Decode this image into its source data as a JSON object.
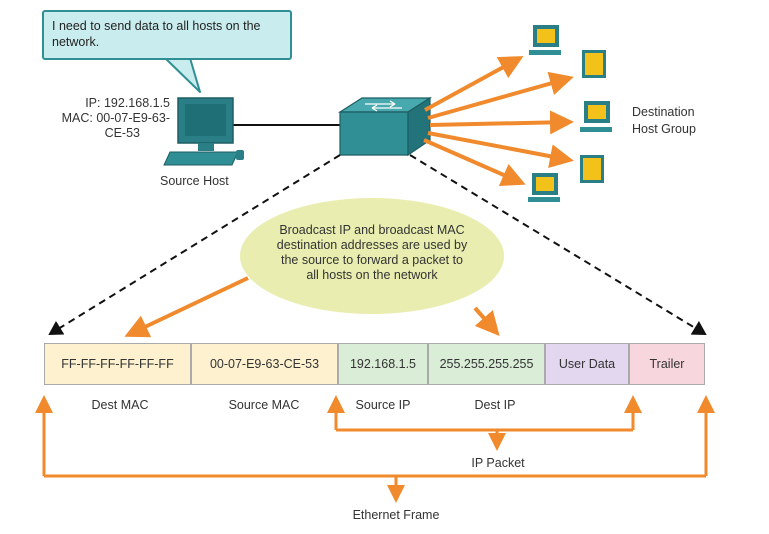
{
  "callout": {
    "line1": "I need to send data to all hosts on the",
    "line2": "network."
  },
  "source_host": {
    "ip_line": "IP: 192.168.1.5",
    "mac_line1": "MAC: 00-07-E9-63-",
    "mac_line2": "CE-53",
    "label": "Source Host"
  },
  "destination_group": {
    "line1": "Destination",
    "line2": "Host Group"
  },
  "broadcast_note": {
    "line1": "Broadcast IP and broadcast MAC",
    "line2": "destination addresses are used by",
    "line3": "the source to forward a packet to",
    "line4": "all hosts on the network"
  },
  "frame": {
    "dest_mac": "FF-FF-FF-FF-FF-FF",
    "source_mac": "00-07-E9-63-CE-53",
    "source_ip": "192.168.1.5",
    "dest_ip": "255.255.255.255",
    "user_data": "User Data",
    "trailer": "Trailer"
  },
  "field_labels": {
    "dest_mac": "Dest MAC",
    "source_mac": "Source MAC",
    "source_ip": "Source IP",
    "dest_ip": "Dest IP"
  },
  "brackets": {
    "ip_packet": "IP Packet",
    "ethernet_frame": "Ethernet Frame"
  },
  "colors": {
    "arrow_orange": "#f08a2c",
    "switch_teal": "#2f8f94",
    "callout_fill": "#c9ecee",
    "ellipse_fill": "#e9eeb0",
    "mac_fill": "#fdf1cf",
    "ip_fill": "#d9edd7",
    "user_data_fill": "#e3d7f0",
    "trailer_fill": "#f7d7dd"
  }
}
